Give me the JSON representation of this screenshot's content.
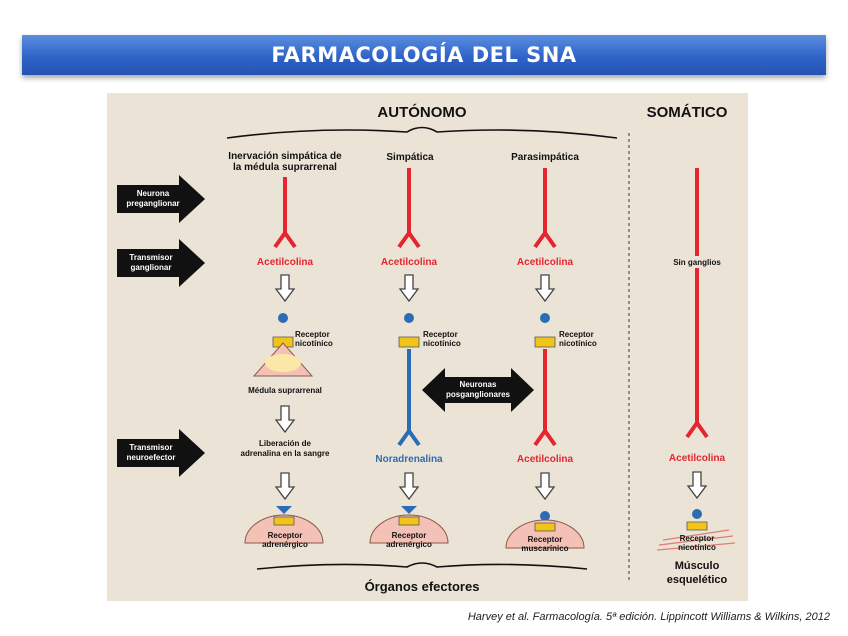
{
  "title": "FARMACOLOGÍA DEL SNA",
  "citation": "Harvey et al. Farmacología. 5ª edición. Lippincott Williams & Wilkins, 2012",
  "sections": {
    "autonomo": "AUTÓNOMO",
    "somatico": "SOMÁTICO"
  },
  "columns": {
    "medula_l1": "Inervación simpática de",
    "medula_l2": "la médula suprarrenal",
    "simpatica": "Simpática",
    "parasimpatica": "Parasimpática"
  },
  "row_labels": {
    "neurona_l1": "Neurona",
    "neurona_l2": "preganglionar",
    "tganglionar_l1": "Transmisor",
    "tganglionar_l2": "ganglionar",
    "tneuro_l1": "Transmisor",
    "tneuro_l2": "neuroefector"
  },
  "transmitters": {
    "ach": "Acetilcolina",
    "noradrenalina": "Noradrenalina",
    "sin_ganglios": "Sin ganglios"
  },
  "receptors": {
    "nic_l1": "Receptor",
    "nic_l2": "nicotínico",
    "rec": "Receptor",
    "adrenergico": "adrenérgico",
    "muscarinico": "muscarínico"
  },
  "medula": {
    "label": "Médula suprarrenal",
    "liberacion_l1": "Liberación de",
    "liberacion_l2": "adrenalina en la sangre"
  },
  "posganglionares_l1": "Neuronas",
  "posganglionares_l2": "posganglionares",
  "organos": "Órganos efectores",
  "musculo_l1": "Músculo",
  "musculo_l2": "esquelético",
  "colors": {
    "red": "#e52530",
    "blue": "#2a6db5",
    "yellow": "#f2c41a",
    "effector": "#f4c1b7",
    "banner": "#2f63c8"
  }
}
